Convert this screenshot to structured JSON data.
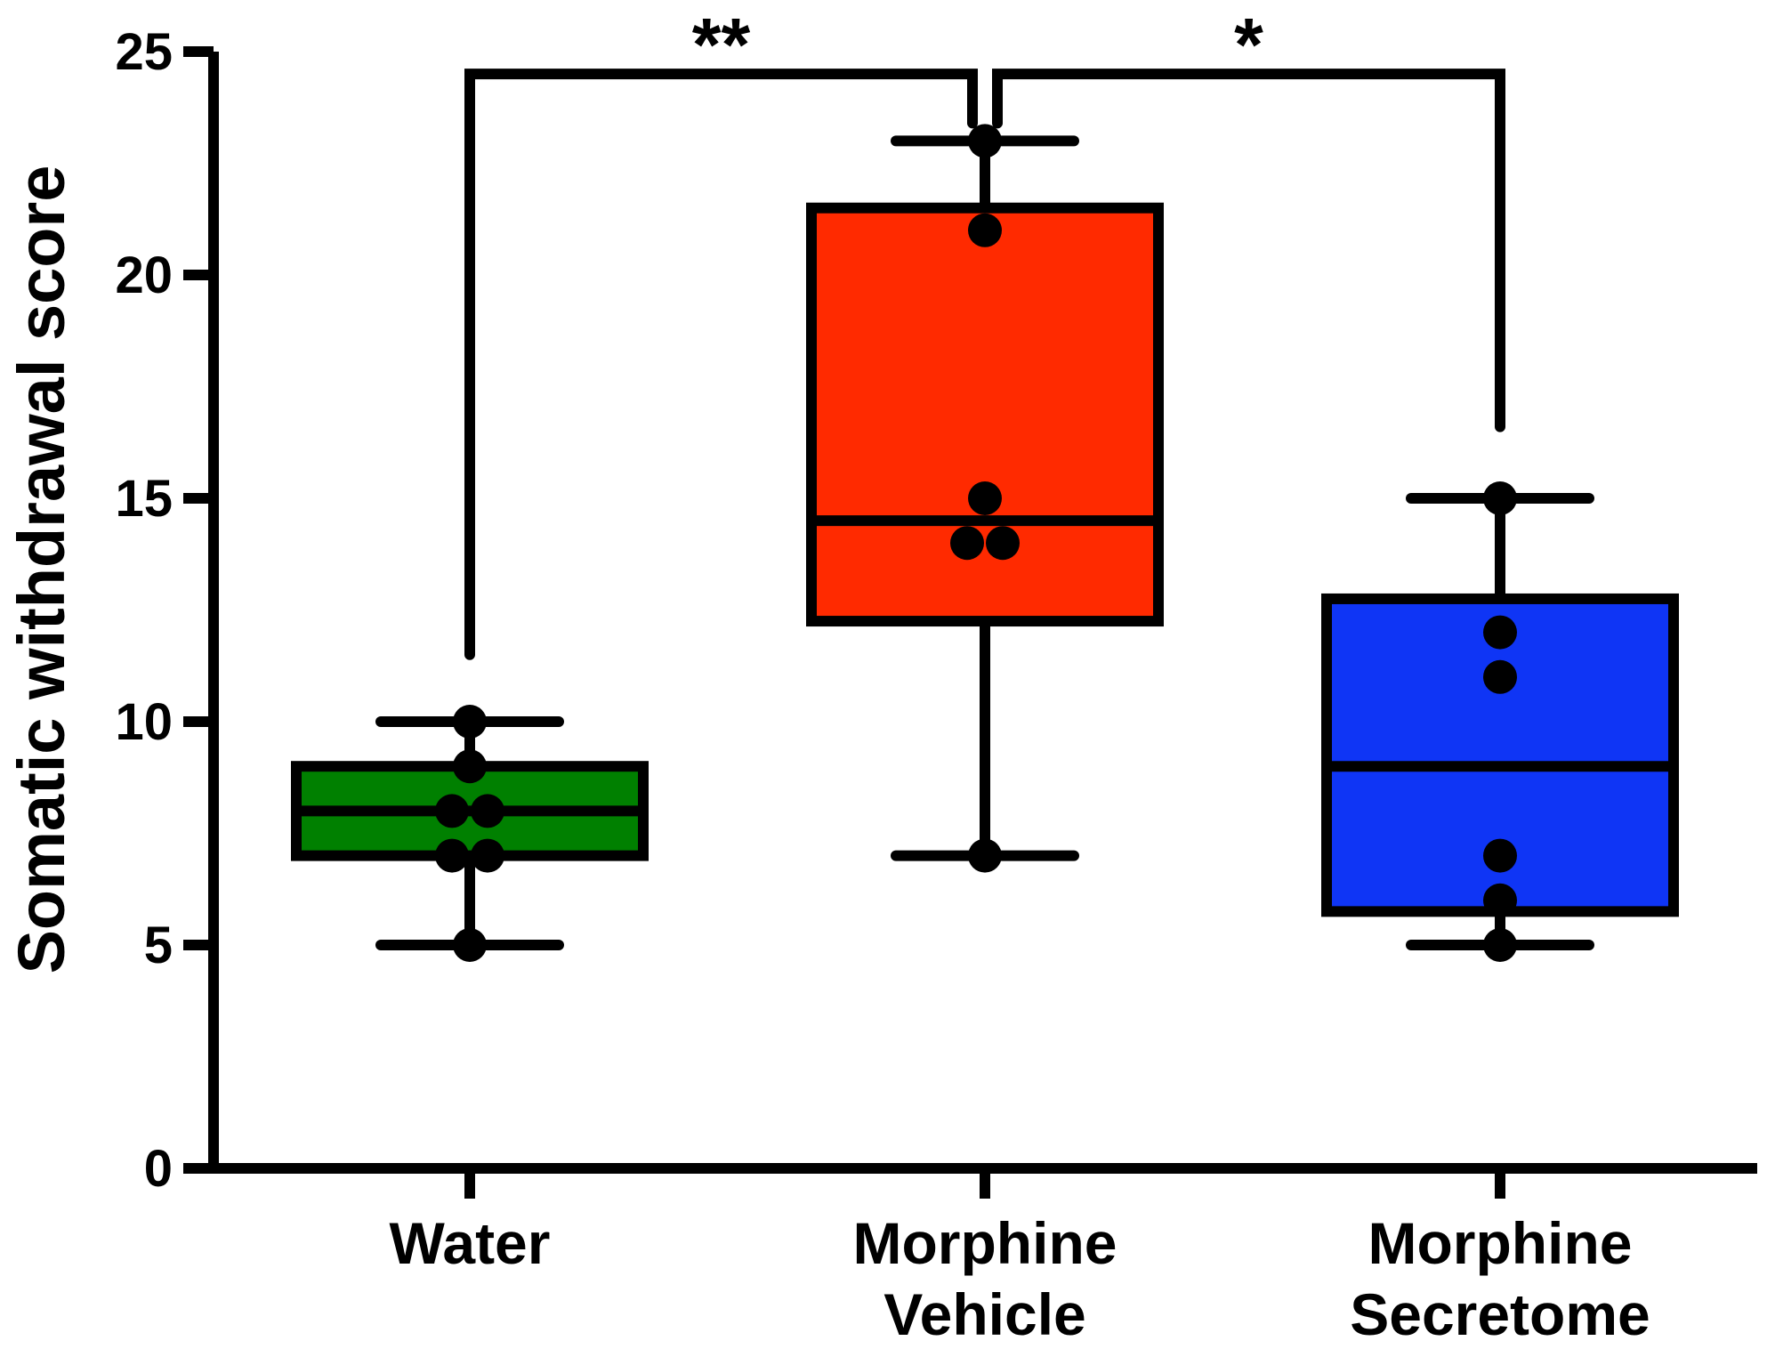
{
  "chart_data": {
    "type": "box",
    "title": "",
    "xlabel": "",
    "ylabel": "Somatic withdrawal score",
    "ylim": [
      0,
      25
    ],
    "yticks": [
      "0",
      "5",
      "10",
      "15",
      "20",
      "25"
    ],
    "grid": false,
    "groups": [
      {
        "label_lines": [
          "Water"
        ],
        "color": "#008000",
        "whisker_low": 5,
        "q1": 7,
        "median": 8,
        "q3": 9,
        "whisker_high": 10,
        "points": [
          5,
          7,
          7,
          8,
          8,
          9,
          10
        ]
      },
      {
        "label_lines": [
          "Morphine",
          "Vehicle"
        ],
        "color": "#ff2a00",
        "whisker_low": 7,
        "q1": 12.25,
        "median": 14.5,
        "q3": 21.5,
        "whisker_high": 23,
        "points": [
          7,
          14,
          14,
          15,
          21,
          23
        ]
      },
      {
        "label_lines": [
          "Morphine",
          "Secretome"
        ],
        "color": "#0f35f5",
        "whisker_low": 5,
        "q1": 5.75,
        "median": 9,
        "q3": 12.75,
        "whisker_high": 15,
        "points": [
          5,
          6,
          7,
          11,
          12,
          15
        ]
      }
    ],
    "comparisons": [
      {
        "from": 0,
        "to": 1,
        "label": "**",
        "bracket_y": 24.5,
        "from_end": 11.5,
        "to_end": 23.4
      },
      {
        "from": 1,
        "to": 2,
        "label": "*",
        "bracket_y": 24.5,
        "from_end": 23.4,
        "to_end": 16.6
      }
    ]
  }
}
